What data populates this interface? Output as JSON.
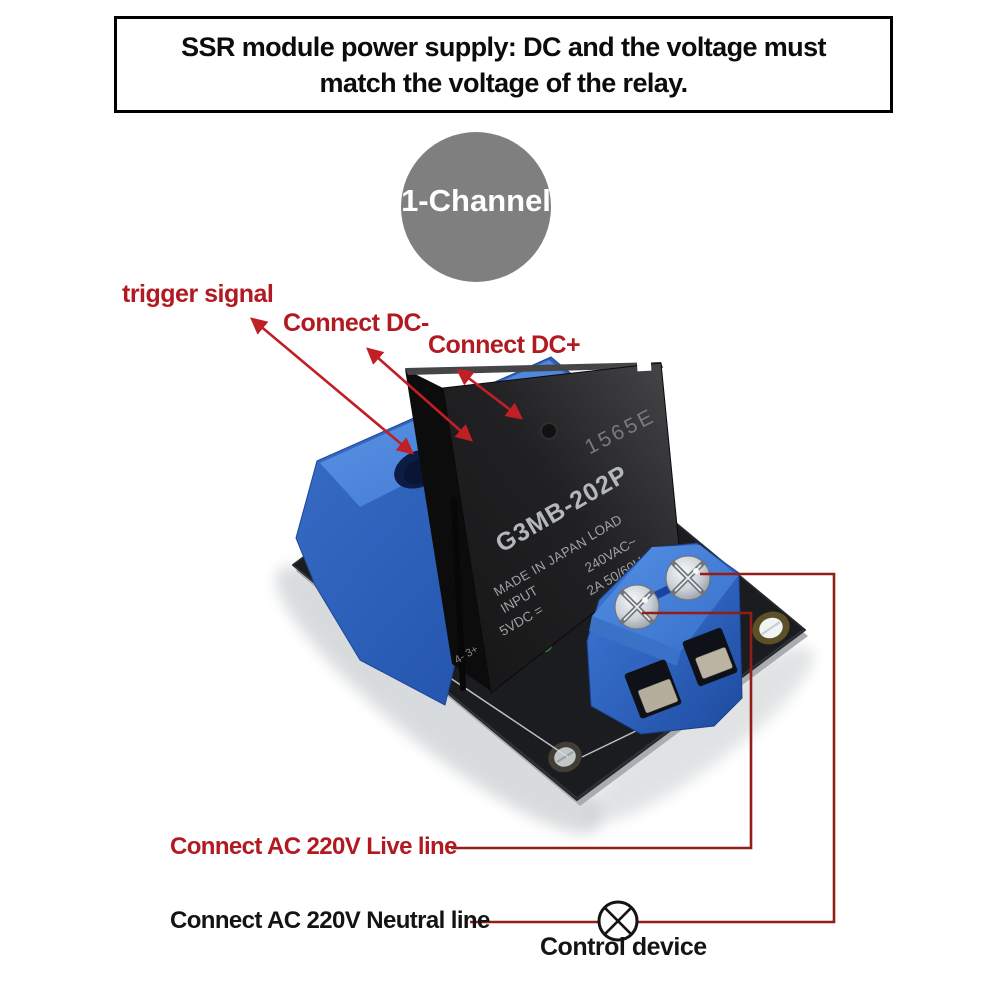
{
  "banner": {
    "line1": "SSR module power supply: DC and the voltage must",
    "line2": "match the voltage of the relay."
  },
  "badge": {
    "label": "1-Channel"
  },
  "labels": {
    "trigger_signal": "trigger signal",
    "connect_dc_minus": "Connect DC-",
    "connect_dc_plus": "Connect DC+",
    "connect_ac_live": "Connect AC 220V Live line",
    "connect_ac_neutral": "Connect AC 220V Neutral line",
    "control_device": "Control device"
  },
  "relay_markings": {
    "batch": "1565E",
    "model": "G3MB-202P",
    "origin": "MADE IN JAPAN",
    "input_label": "INPUT",
    "input_value": "5VDC =",
    "load_label": "LOAD",
    "load_voltage": "240VAC~",
    "load_current": "2A 50/60Hz",
    "pin_marks": "4-  3+"
  },
  "colors": {
    "label_red": "#b11a20",
    "arrow_red": "#c01f25",
    "wire_red": "#931d17",
    "badge_gray": "#7f7f7f",
    "terminal_blue": "#2f68c4",
    "pcb_black": "#1b1c1f"
  }
}
